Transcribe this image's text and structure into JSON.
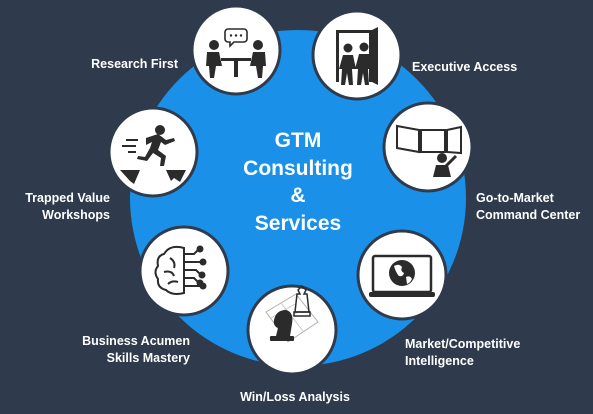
{
  "center": {
    "line1": "GTM",
    "line2": "Consulting",
    "line3": "&",
    "line4": "Services"
  },
  "colors": {
    "background": "#2f3b4c",
    "hub": "#1a90e8",
    "node_fill": "#ffffff",
    "node_ring": "#2f3b4c",
    "icon": "#2b2b2b"
  },
  "services": [
    {
      "label": "Research First",
      "icon": "meeting-icon"
    },
    {
      "label": "Executive Access",
      "icon": "open-door-icon"
    },
    {
      "label": "Go-to-Market\nCommand Center",
      "icon": "presentation-screen-icon"
    },
    {
      "label": "Market/Competitive\nIntelligence",
      "icon": "globe-monitor-icon"
    },
    {
      "label": "Win/Loss Analysis",
      "icon": "chess-pieces-icon"
    },
    {
      "label": "Business Acumen\nSkills Mastery",
      "icon": "brain-circuit-icon"
    },
    {
      "label": "Trapped Value\nWorkshops",
      "icon": "leaping-person-icon"
    }
  ]
}
